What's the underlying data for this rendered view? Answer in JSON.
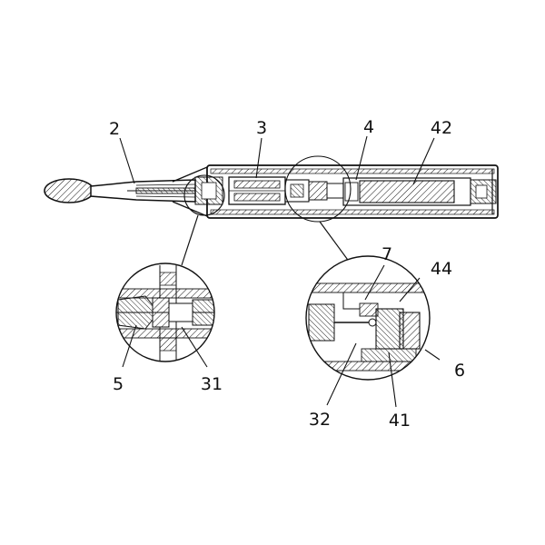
{
  "labels": {
    "l2": "2",
    "l3": "3",
    "l4": "4",
    "l42": "42",
    "l5": "5",
    "l31": "31",
    "l7": "7",
    "l44": "44",
    "l6": "6",
    "l32": "32",
    "l41": "41"
  },
  "colors": {
    "ink": "#111111",
    "paper": "#ffffff"
  }
}
